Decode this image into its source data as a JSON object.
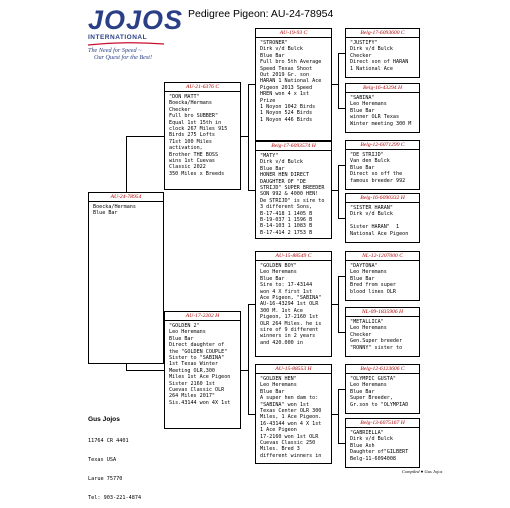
{
  "brand": {
    "name": "JOJOS",
    "subtitle": "INTERNATIONAL",
    "tagline1": "The Need for Speed ~",
    "tagline2": "Our Quest for the Best!",
    "color": "#2b3f86"
  },
  "page": {
    "title": "Pedigree Pigeon:   AU-24-78954"
  },
  "subject": {
    "ring": "AU-24-78954",
    "text": "Boecka/Hermans\nBlue Bar"
  },
  "sire": {
    "ring": "AU-21-6376 C",
    "text": "\"DON MATT\"\nBoecka/Hermans\nChecker\nFull bro SUBBER\"\nEqual 1st 15th in\nclock 267 Miles 915\nBirds 275 Lofts\n71st 100 Miles\nactivation,\nBrother THE BOSS\nwins 1st Cuevas\nClassic 2022\n350 Miles x Breeds"
  },
  "dam": {
    "ring": "AU-17-2202 H",
    "text": "\"GOLDEN 2\"\nLeo Heremans\nBlue Bar\nDirect daughter of\nthe \"GOLDEN COUPLE\"\nSister to \"SABINA\"\n1st Texas Winter\nMeeting OLR,300\nMiles 1st Ace Pigeon\nSister 2160 1st\nCuevas Classic OLR\n264 Miles 2017\"\nSis.43144 won 4X 1st"
  },
  "grandparents": [
    {
      "ring": "AU-19-93 C",
      "text": "\"STRONER\"\nDirk v/d Bulck\nBlue Bar\nFull bro 5th Average\nSpeed Texas Shoot\nOut 2019 Gr. son\nHARAN 1 National Ace\nPigeon 2013 Speed\nHREN won 4 x 1st\nPrize\n1 Noyon 1042 Birds\n1 Noyon 524 Birds\n1 Noyon 446 Birds"
    },
    {
      "ring": "Belg-17-6093574 H",
      "text": "\"MATY\"\nDirk v/d Bulck\nBlue Bar\nHONER HEN DIRECT\nDAUGHTER OF \"DE\nSTRIJD\" SUPER BREEDER\nSON 992 & 4000 HEN!\nDe STRIJD\" is sire to\n3 different Sons,\nB-17-418 1 1405 B\nB-19-037 1 1596 B\nB-14-103 1 1083 B\nB-17-414 2 1753 B"
    },
    {
      "ring": "AU-15-88549 C",
      "text": "\"GOLDEN BOY\"\nLeo Heremans\nBlue Bar\nSire to: 17-43144\nwon 4 X first 1st\nAce Pigeon, \"SABINA\"\nAU-16-43294 1st OLR\n300 M. 1st Ace\nPigeon, 17-2160 1st\nOLR 264 Miles. he is\nsire of 9 different\nwinners in 2 years\nand 420.000 in"
    },
    {
      "ring": "AU-15-88553 H",
      "text": "\"GOLDEN HEN\"\nLeo Heremans\nBlue Bar\nA super hen dam to:\n\"SABINA\" won 1st\nTexas Center OLR 300\nMiles, 1 Ace Pigeon.\n16-43144 won 4 X 1st\n1 Ace Pigeon\n17-2160 won 1st OLR\nCuevas Classic 250\nMiles. Bred 3\ndifferent winners in"
    }
  ],
  "great_grandparents": [
    {
      "ring": "Belg-17-6093600 C",
      "text": "\"JUSTIFY\"\nDirk v/d Bulck\nChecker\nDirect son of HARAN\n1 National Ace"
    },
    {
      "ring": "Belg-16-43294 H",
      "text": "\"SABINA\"\nLeo Heremans\nBlue Bar\nwinner OLR Texas\nWinter meeting 300 M"
    },
    {
      "ring": "Belg-12-6071299 C",
      "text": "\"DE STRIJD\"\nVan den Bulck\nBlue Bar\nDirect so off the\nfamous breeder 992"
    },
    {
      "ring": "Belg-16-6090332 H",
      "text": "\"SISTER HARAN\"\nDirk v/d Bulck\n\nSister HARAN\"  1\nNational Ace Pigeon"
    },
    {
      "ring": "NL-12-1207000 C",
      "text": "\"DAYTONA\"\nLeo Heremans\nBlue Bar\nBred from super\nblood lines OLR"
    },
    {
      "ring": "NL-09-1835906 H",
      "text": "\"METALLICA\"\nLeo Heremans\nChecker\nGen.Super breeder\n\"RONNY\" sister to"
    },
    {
      "ring": "Belg-12-6123606 C",
      "text": "\"OLYMPIC GUSTA\"\nLeo Heremans\nBlue Bar\nSuper Breeder,\nGr.son to \"OLYMPIAD"
    },
    {
      "ring": "Belg-13-6075167 H",
      "text": "\"GABRIELLA\"\nDirk v/d Bulck\nBlue Ash\nDaughter of\"GILBERT\nBelg-11-6094008"
    }
  ],
  "owner": {
    "name": "Gus Jojos",
    "address1": "11764 CR 4401",
    "address2": "Texas USA",
    "address3": "Larue 75770",
    "phone": "Tel: 903-221-4874"
  },
  "footer": {
    "compiled": "Compiled ● Gus Jojos"
  },
  "colors": {
    "ring_text": "#b00000"
  }
}
